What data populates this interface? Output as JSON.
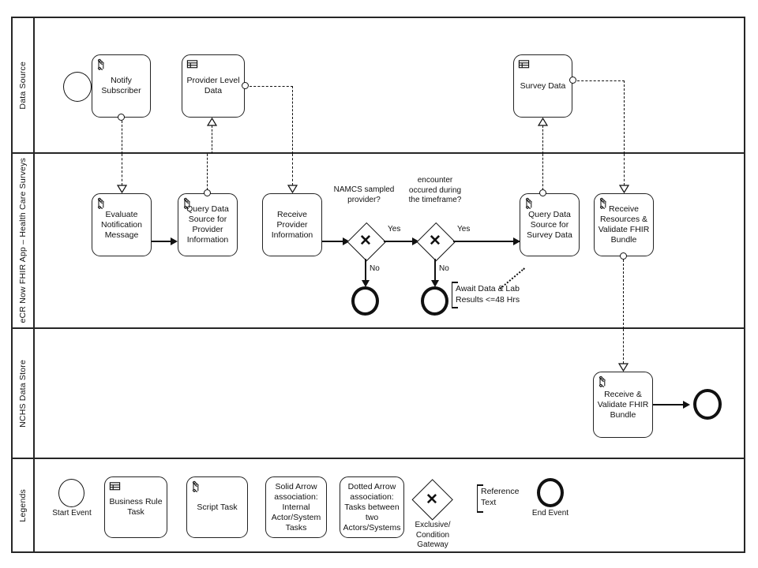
{
  "diagram": {
    "title": "eCR Now FHIR App Health Care Surveys BPMN",
    "lanes": [
      {
        "id": "data-source",
        "label": "Data Source"
      },
      {
        "id": "ecr-now",
        "label": "eCR Now FHIR App – Health Care Surveys"
      },
      {
        "id": "nchs",
        "label": "NCHS Data Store"
      },
      {
        "id": "legends",
        "label": "Legends"
      }
    ]
  },
  "data_source_lane": {
    "start_event": "",
    "tasks": [
      {
        "id": "notify-subscriber",
        "label": "Notify\nSubscriber",
        "icon": "script-task-icon"
      },
      {
        "id": "provider-level-data",
        "label": "Provider Level\nData",
        "icon": "business-rule-task-icon"
      },
      {
        "id": "survey-data",
        "label": "Survey Data",
        "icon": "business-rule-task-icon"
      }
    ]
  },
  "ecr_lane": {
    "tasks": [
      {
        "id": "evaluate-notification-message",
        "label": "Evaluate\nNotification\nMessage",
        "icon": "script-task-icon"
      },
      {
        "id": "query-data-source-provider",
        "label": "Query Data\nSource for\nProvider\nInformation",
        "icon": "script-task-icon"
      },
      {
        "id": "receive-provider-information",
        "label": "Receive\nProvider\nInformation",
        "icon": "none"
      },
      {
        "id": "query-data-source-survey",
        "label": "Query Data\nSource for\nSurvey Data",
        "icon": "script-task-icon"
      },
      {
        "id": "receive-resources-validate",
        "label": "Receive\nResources &\nValidate FHIR\nBundle",
        "icon": "script-task-icon"
      }
    ],
    "gateways": [
      {
        "id": "namcs-sampled-provider",
        "question": "NAMCS sampled\nprovider?",
        "symbol": "X",
        "yes": "Yes",
        "no": "No"
      },
      {
        "id": "encounter-timeframe",
        "question": "encounter\noccured during\nthe timeframe?",
        "symbol": "X",
        "yes": "Yes",
        "no": "No"
      }
    ],
    "annotation": "Await Data & Lab\nResults <=48 Hrs"
  },
  "nchs_lane": {
    "tasks": [
      {
        "id": "receive-validate-fhir-bundle",
        "label": "Receive &\nValidate FHIR\nBundle",
        "icon": "script-task-icon"
      }
    ]
  },
  "legends_lane": {
    "items": [
      {
        "id": "legend-start-event",
        "shape": "start-event-icon",
        "caption": "Start Event",
        "inner": ""
      },
      {
        "id": "legend-business-rule-task",
        "shape": "task",
        "inner": "Business Rule\nTask",
        "caption": "",
        "icon": "business-rule-task-icon"
      },
      {
        "id": "legend-script-task",
        "shape": "task",
        "inner": "Script Task",
        "caption": "",
        "icon": "script-task-icon"
      },
      {
        "id": "legend-solid-arrow",
        "shape": "task",
        "inner": "Solid Arrow\nassociation:\nInternal\nActor/System\nTasks",
        "caption": "",
        "icon": "none"
      },
      {
        "id": "legend-dotted-arrow",
        "shape": "task",
        "inner": "Dotted Arrow\nassociation:\nTasks between\ntwo\nActors/Systems",
        "caption": "",
        "icon": "none"
      },
      {
        "id": "legend-gateway",
        "shape": "gateway-icon",
        "inner": "X",
        "caption": "Exclusive/\nCondition\nGateway"
      },
      {
        "id": "legend-reference-text",
        "shape": "annotation-icon",
        "inner": "Reference\nText",
        "caption": ""
      },
      {
        "id": "legend-end-event",
        "shape": "end-event-icon",
        "inner": "",
        "caption": "End Event"
      }
    ]
  },
  "colors": {
    "stroke": "#111111",
    "pool_border": "#262626",
    "background": "#ffffff"
  }
}
